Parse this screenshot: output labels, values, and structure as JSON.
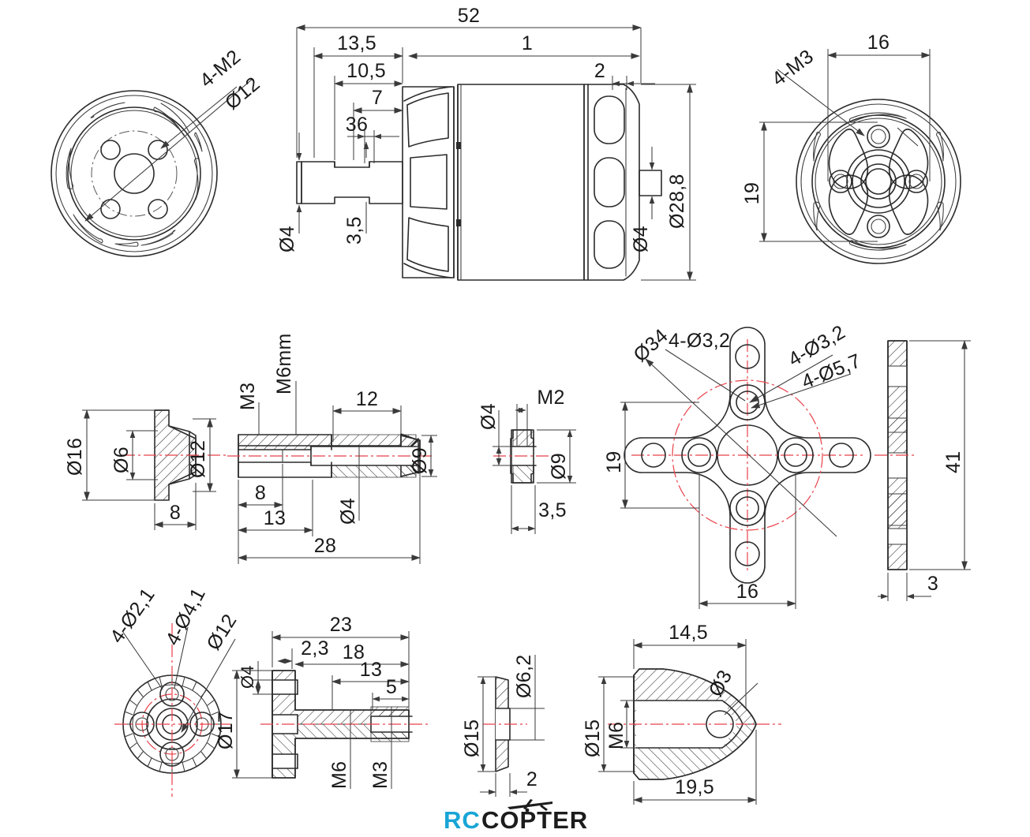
{
  "document": {
    "type": "mechanical-engineering-drawing",
    "subject": "Brushless outrunner motor and accessory set dimensional drawing",
    "units": "mm",
    "decimal_separator": "comma"
  },
  "branding": {
    "logo_part_1": "RC",
    "logo_part_2": "COPTER",
    "logo_color_primary": "#18a5d6",
    "logo_color_secondary": "#1c1c1c",
    "logo_icon": "helicopter-icon"
  },
  "colors": {
    "line": "#2b2b2b",
    "dimension": "#3a3a3a",
    "centerline": "#e8414a",
    "background": "#ffffff"
  },
  "views": [
    {
      "id": "motor-front-view",
      "name": "Motor front face (bell end)",
      "row": 1,
      "labels": [
        {
          "key": "bolt_thread",
          "text": "4-M2"
        },
        {
          "key": "bolt_circle",
          "text": "Ø12"
        }
      ]
    },
    {
      "id": "motor-side-view",
      "name": "Motor side elevation / section",
      "row": 1,
      "labels": [
        {
          "key": "overall_length",
          "text": "52"
        },
        {
          "key": "shaft_front_length",
          "text": "13,5"
        },
        {
          "key": "shaft_step_2",
          "text": "10,5"
        },
        {
          "key": "shaft_step_3",
          "text": "7"
        },
        {
          "key": "groove_width",
          "text": "1"
        },
        {
          "key": "body_length",
          "text": "36"
        },
        {
          "key": "rear_step",
          "text": "2"
        },
        {
          "key": "shaft_flat_depth",
          "text": "3,5"
        },
        {
          "key": "shaft_dia_front",
          "text": "Ø4"
        },
        {
          "key": "shaft_dia_rear",
          "text": "Ø4"
        },
        {
          "key": "body_dia",
          "text": "Ø28,8"
        }
      ]
    },
    {
      "id": "motor-rear-view",
      "name": "Motor rear face (mount end)",
      "row": 1,
      "labels": [
        {
          "key": "mount_thread",
          "text": "4-M3"
        },
        {
          "key": "mount_pitch_x",
          "text": "16"
        },
        {
          "key": "mount_pitch_y",
          "text": "19"
        }
      ]
    },
    {
      "id": "prop-collet-cone",
      "name": "Prop adapter collet cone",
      "row": 2,
      "labels": [
        {
          "key": "outer_dia",
          "text": "Ø16"
        },
        {
          "key": "bore_dia",
          "text": "Ø6"
        },
        {
          "key": "nose_dia",
          "text": "Ø12"
        },
        {
          "key": "length",
          "text": "8"
        }
      ]
    },
    {
      "id": "prop-shaft-adapter",
      "name": "Prop shaft adapter (sectioned)",
      "row": 2,
      "labels": [
        {
          "key": "grub_thread",
          "text": "M3"
        },
        {
          "key": "main_thread",
          "text": "M6mm"
        },
        {
          "key": "cone_length",
          "text": "12"
        },
        {
          "key": "cone_dia",
          "text": "Ø9"
        },
        {
          "key": "bore_dia",
          "text": "Ø4"
        },
        {
          "key": "dim_8",
          "text": "8"
        },
        {
          "key": "dim_13",
          "text": "13"
        },
        {
          "key": "overall_length",
          "text": "28"
        }
      ]
    },
    {
      "id": "set-screw-collar",
      "name": "Set-screw collar",
      "row": 2,
      "labels": [
        {
          "key": "bore_dia",
          "text": "Ø4"
        },
        {
          "key": "thread",
          "text": "M2"
        },
        {
          "key": "outer_dia",
          "text": "Ø9"
        },
        {
          "key": "width",
          "text": "3,5"
        }
      ]
    },
    {
      "id": "x-mount-plate",
      "name": "X-shaped motor mount plate (front)",
      "row": 2,
      "labels": [
        {
          "key": "holes_small_left",
          "text": "4-Ø3,2"
        },
        {
          "key": "bolt_circle",
          "text": "Ø34"
        },
        {
          "key": "holes_small_right",
          "text": "4-Ø3,2"
        },
        {
          "key": "holes_large",
          "text": "4-Ø5,7"
        },
        {
          "key": "pitch_y",
          "text": "19"
        },
        {
          "key": "pitch_x",
          "text": "16"
        }
      ]
    },
    {
      "id": "x-mount-side",
      "name": "X-mount plate side section",
      "row": 2,
      "labels": [
        {
          "key": "height",
          "text": "41"
        },
        {
          "key": "thickness",
          "text": "3"
        }
      ]
    },
    {
      "id": "prop-hub-front",
      "name": "Prop hub / flange front view",
      "row": 3,
      "labels": [
        {
          "key": "holes_small",
          "text": "4-Ø2,1"
        },
        {
          "key": "holes_large",
          "text": "4-Ø4,1"
        },
        {
          "key": "inner_bolt_circle",
          "text": "Ø12"
        },
        {
          "key": "outer_dia",
          "text": "Ø17"
        }
      ]
    },
    {
      "id": "prop-hub-section",
      "name": "Prop hub / flange section",
      "row": 3,
      "labels": [
        {
          "key": "overall_length",
          "text": "23"
        },
        {
          "key": "flange_thk",
          "text": "2,3"
        },
        {
          "key": "dim_18",
          "text": "18"
        },
        {
          "key": "dim_13",
          "text": "13"
        },
        {
          "key": "dim_5",
          "text": "5"
        },
        {
          "key": "bore_dia",
          "text": "Ø4"
        },
        {
          "key": "flange_dia",
          "text": "Ø17"
        },
        {
          "key": "main_thread",
          "text": "M6"
        },
        {
          "key": "end_thread",
          "text": "M3"
        }
      ]
    },
    {
      "id": "prop-washer",
      "name": "Prop washer",
      "row": 3,
      "labels": [
        {
          "key": "outer_dia",
          "text": "Ø15"
        },
        {
          "key": "bore_dia",
          "text": "Ø6,2"
        },
        {
          "key": "thickness",
          "text": "2"
        }
      ]
    },
    {
      "id": "spinner-nut",
      "name": "Spinner nut / bullet cone",
      "row": 3,
      "labels": [
        {
          "key": "base_dia",
          "text": "Ø15"
        },
        {
          "key": "body_length",
          "text": "14,5"
        },
        {
          "key": "overall_length",
          "text": "19,5"
        },
        {
          "key": "thread",
          "text": "M6"
        },
        {
          "key": "tip_dia",
          "text": "Ø3"
        }
      ]
    }
  ]
}
